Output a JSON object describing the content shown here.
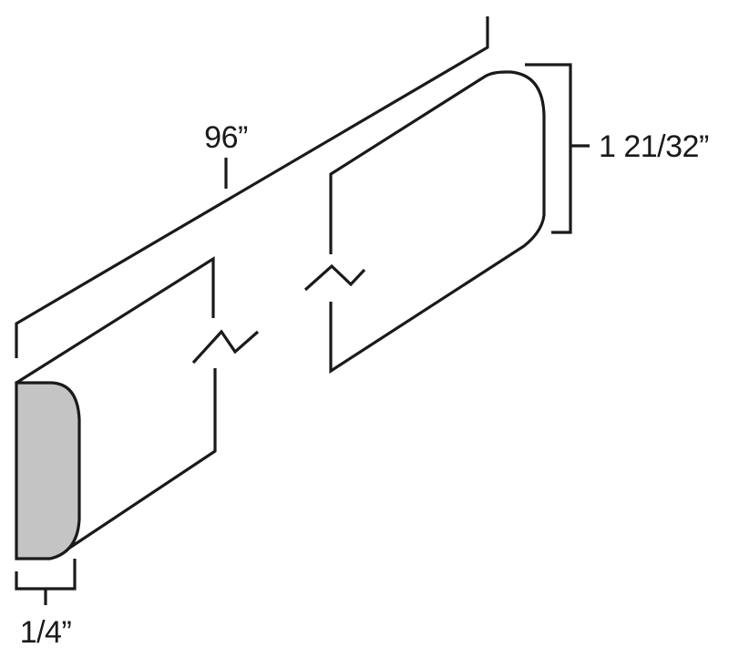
{
  "diagram": {
    "type": "trim molding dimension drawing",
    "dimensions": {
      "length": {
        "label": "96”"
      },
      "height": {
        "label": "1 21/32”"
      },
      "thickness": {
        "label": "1/4”"
      }
    },
    "colors": {
      "line": "#1a1a1a",
      "end_face_fill": "#c4c4c4",
      "background": "#ffffff"
    }
  }
}
